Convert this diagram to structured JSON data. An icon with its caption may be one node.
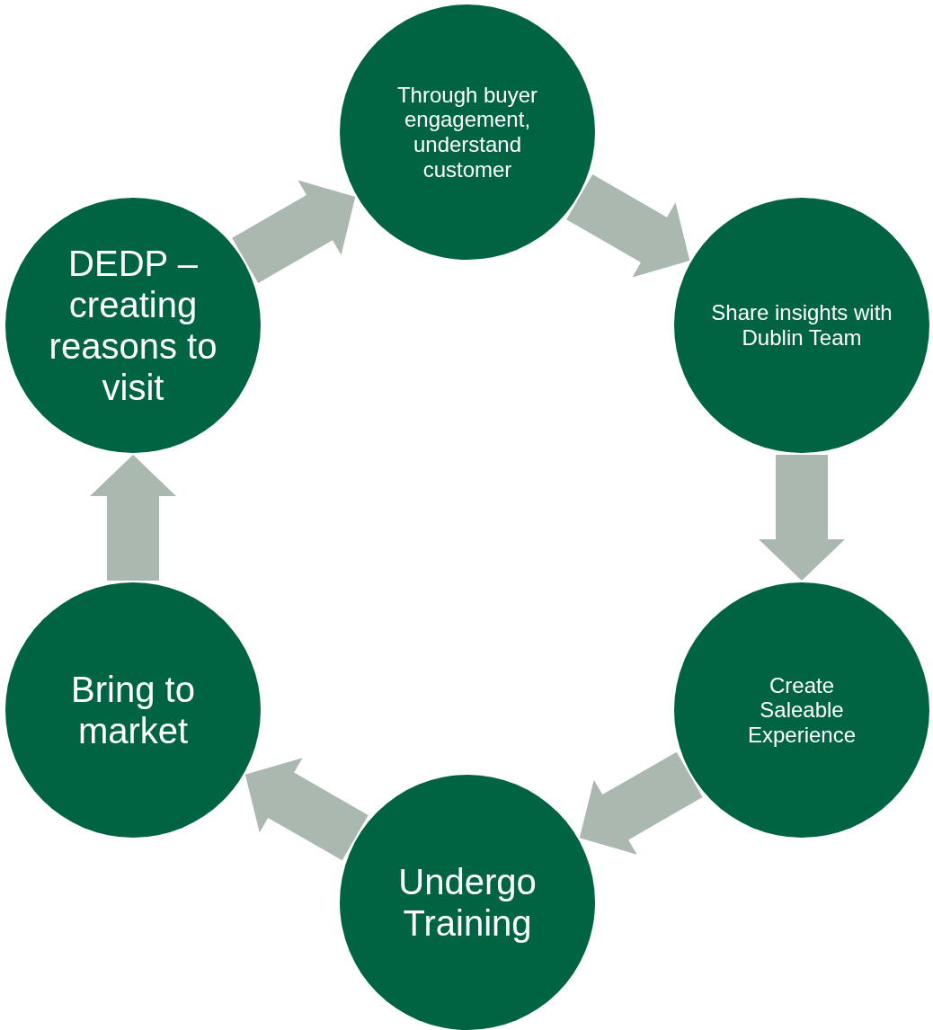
{
  "diagram": {
    "nodes": [
      {
        "text": [
          "Through buyer engagement, understand customer"
        ]
      },
      {
        "text": [
          "Share insights with Dublin Team"
        ]
      },
      {
        "text": [
          "Create Saleable Experience"
        ]
      },
      {
        "text": [
          "Undergo Training"
        ]
      },
      {
        "text": [
          "Bring to market"
        ]
      },
      {
        "text": [
          "DEDP – creating reasons to visit"
        ]
      }
    ],
    "edges": [
      {
        "from": 0,
        "to": 1,
        "arrow": "to"
      },
      {
        "from": 1,
        "to": 2,
        "arrow": "to"
      },
      {
        "from": 2,
        "to": 3,
        "arrow": "to"
      },
      {
        "from": 3,
        "to": 4,
        "arrow": "to"
      },
      {
        "from": 4,
        "to": 5,
        "arrow": "to"
      },
      {
        "from": 5,
        "to": 0,
        "arrow": "to"
      }
    ]
  }
}
